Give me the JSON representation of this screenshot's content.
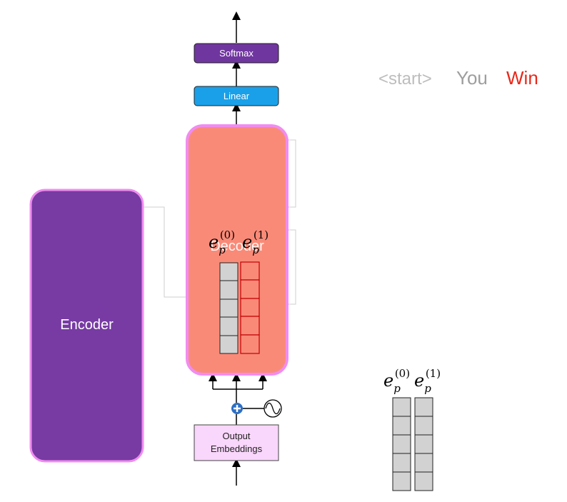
{
  "blocks": {
    "softmax": "Softmax",
    "linear": "Linear",
    "decoder": "Decoder",
    "encoder": "Encoder",
    "output_embeddings": "Output Embeddings"
  },
  "sequence": [
    {
      "text": "<start>",
      "color": "#bdbdbd"
    },
    {
      "text": "You",
      "color": "#9e9e9e"
    },
    {
      "text": "Win",
      "color": "#e8281a"
    }
  ],
  "positional": {
    "base": "e",
    "sub": "p",
    "sup0": "(0)",
    "sup1": "(1)"
  },
  "colors": {
    "softmax": "#7036a0",
    "linear": "#1aa0e8",
    "decoder": "#fa8a78",
    "encoder": "#773ba3",
    "border_pink": "#f08cf0",
    "output_embeddings": "#f9d6fb",
    "cell_gray": "#d2d2d2",
    "cell_red_border": "#c00000",
    "plus": "#2e6fc3"
  }
}
